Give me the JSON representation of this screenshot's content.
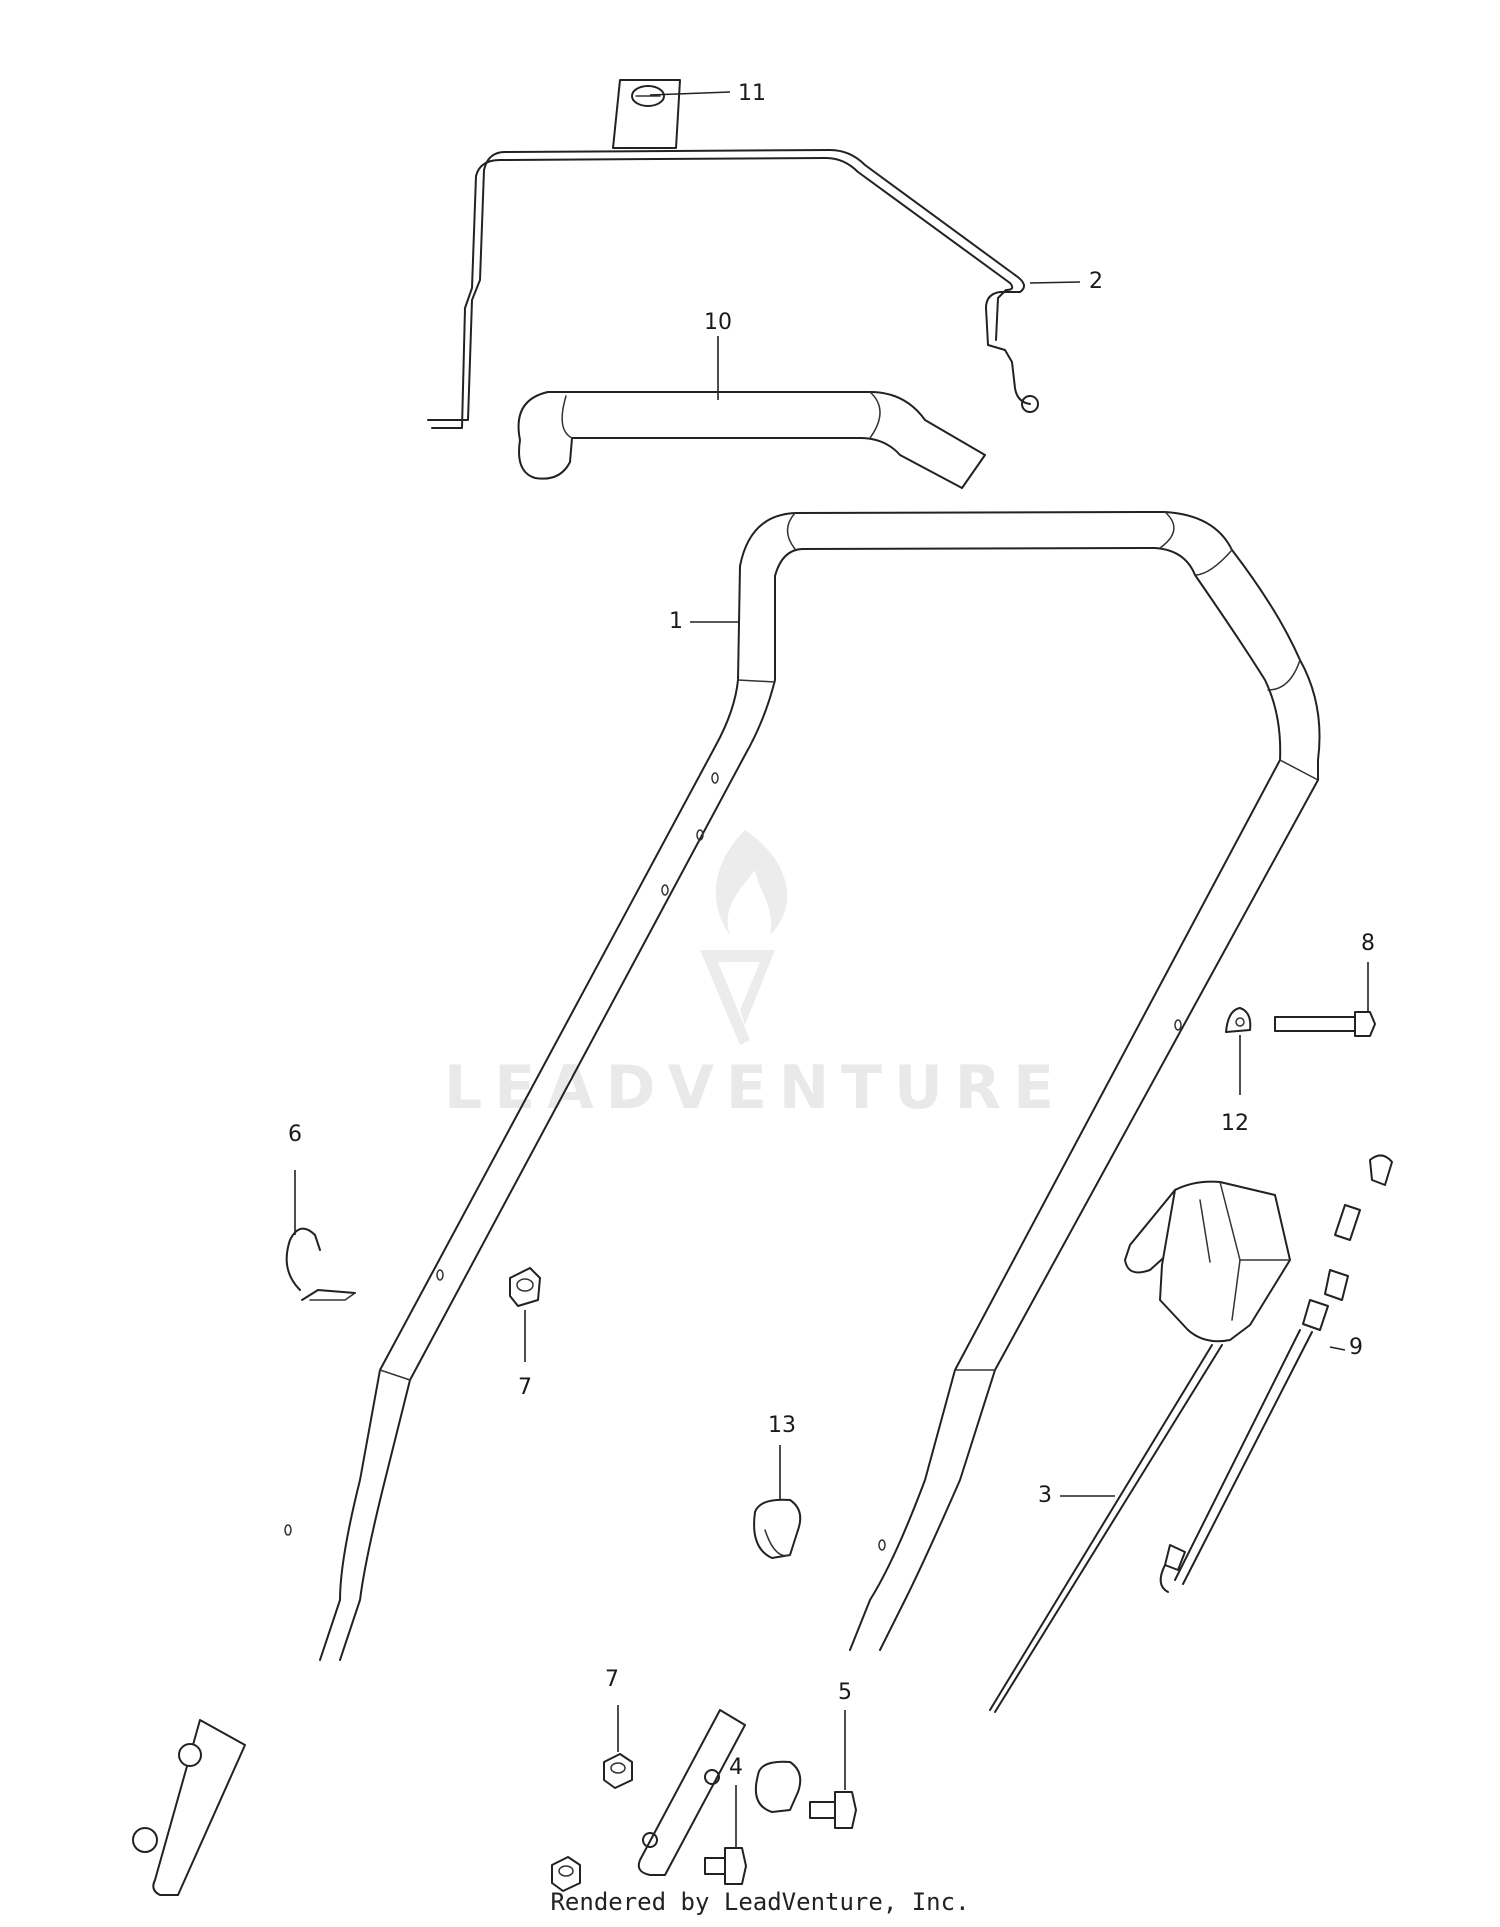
{
  "callouts": [
    {
      "number": "1"
    },
    {
      "number": "2"
    },
    {
      "number": "3"
    },
    {
      "number": "4"
    },
    {
      "number": "5"
    },
    {
      "number": "6"
    },
    {
      "number": "7"
    },
    {
      "number": "7"
    },
    {
      "number": "8"
    },
    {
      "number": "9"
    },
    {
      "number": "10"
    },
    {
      "number": "11"
    },
    {
      "number": "12"
    },
    {
      "number": "13"
    }
  ],
  "watermark": {
    "text": "LEADVENTURE",
    "icon": "flame-v-logo-icon"
  },
  "footer": {
    "credit": "Rendered by LeadVenture, Inc."
  },
  "colors": {
    "line": "#222222",
    "watermark": "#e9e9e9",
    "background": "#ffffff"
  }
}
